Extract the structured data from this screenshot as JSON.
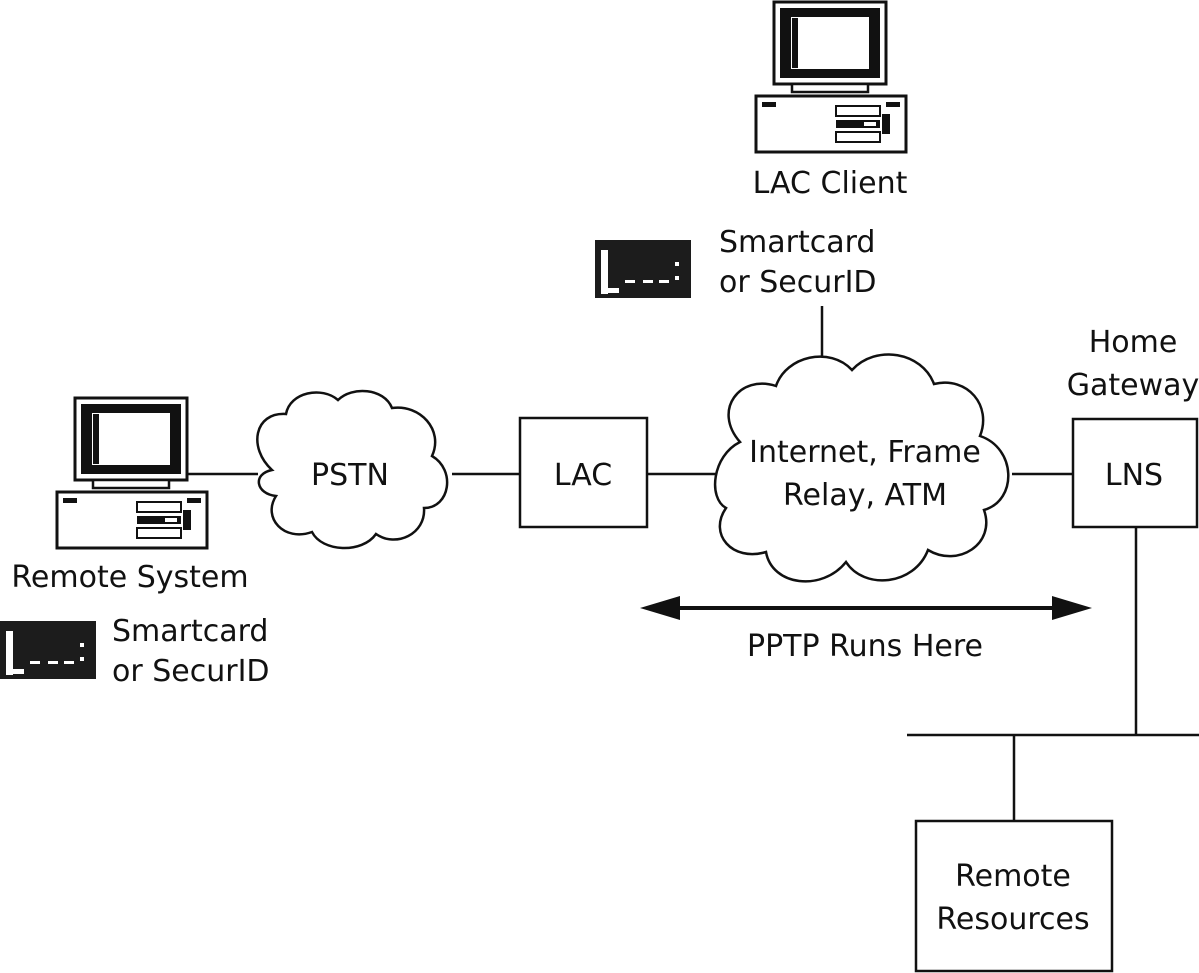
{
  "nodes": {
    "lac_client": {
      "label": "LAC Client"
    },
    "remote_system": {
      "label": "Remote System"
    },
    "pstn": {
      "label": "PSTN"
    },
    "lac": {
      "label": "LAC"
    },
    "internet": {
      "label_line1": "Internet, Frame",
      "label_line2": "Relay, ATM"
    },
    "home_gateway": {
      "label_line1": "Home",
      "label_line2": "Gateway"
    },
    "lns": {
      "label": "LNS"
    },
    "remote_resources": {
      "label_line1": "Remote",
      "label_line2": "Resources"
    }
  },
  "tokens": {
    "top": {
      "line1": "Smartcard",
      "line2": "or SecurID"
    },
    "left": {
      "line1": "Smartcard",
      "line2": "or SecurID"
    }
  },
  "pptp_range": {
    "label": "PPTP Runs Here"
  }
}
